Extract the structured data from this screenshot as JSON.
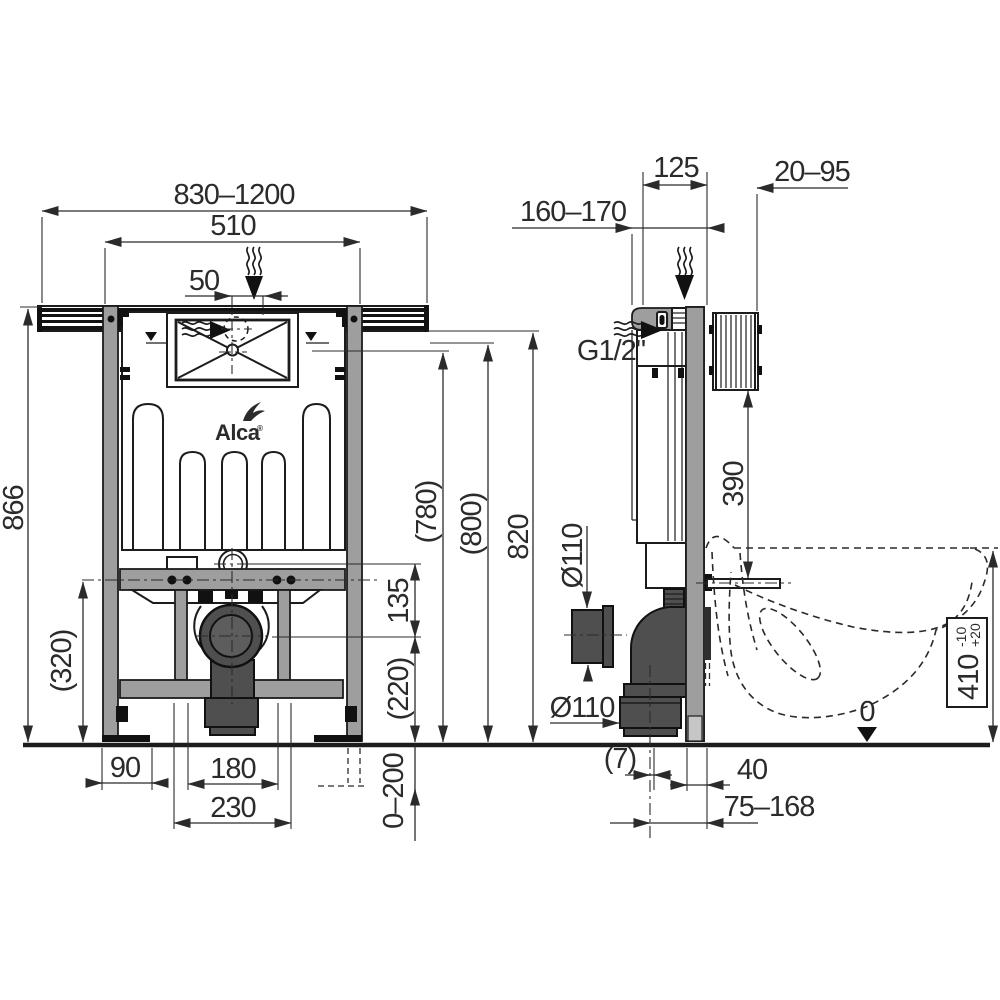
{
  "drawing": {
    "brand": {
      "logo": "Alca",
      "registered": "®"
    },
    "front_view": {
      "dims": {
        "total_width": "830–1200",
        "frame_width": "510",
        "actuator_offset": "50",
        "total_height": "866",
        "crossbar_height": "(320)",
        "flush_to_drain": "135",
        "drain_center_height": "(220)",
        "height_780": "(780)",
        "height_800": "(800)",
        "rail_height": "820",
        "foot_plate_width": "90",
        "drain_anchor_spacing": "180",
        "anchor_spacing": "230",
        "floor_adjust_range": "0–200"
      }
    },
    "side_view": {
      "dims": {
        "depth_range": "160–170",
        "module_depth": "125",
        "bracket_range": "20–95",
        "water_connection": "G1/2\"",
        "rod_height": "390",
        "outlet_diameter_top": "Ø110",
        "outlet_diameter_bottom": "Ø110",
        "center_offset": "(7)",
        "wall_profile_width": "40",
        "outlet_distance": "75–168",
        "bowl_height": "410",
        "bowl_tol_plus": "+20",
        "bowl_tol_minus": "-10",
        "floor_level": "0"
      }
    }
  }
}
